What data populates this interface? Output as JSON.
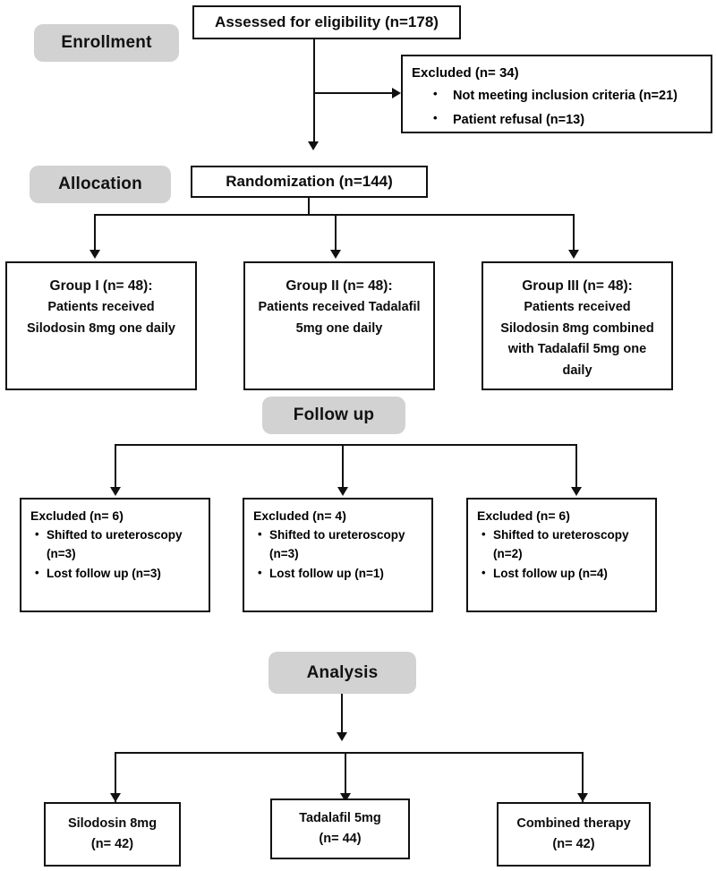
{
  "diagram": {
    "title": "CONSORT participant flow diagram",
    "stages": [
      {
        "id": "enrollment",
        "label": "Enrollment"
      },
      {
        "id": "allocation",
        "label": "Allocation"
      },
      {
        "id": "followup",
        "label": "Follow up"
      },
      {
        "id": "analysis",
        "label": "Analysis"
      }
    ],
    "enrollment": {
      "assessed": "Assessed for eligibility (n=178)",
      "excluded": {
        "heading": "Excluded (n= 34)",
        "items": [
          "Not meeting inclusion criteria (n=21)",
          "Patient refusal (n=13)"
        ]
      }
    },
    "allocation": {
      "randomization": "Randomization (n=144)",
      "groups": [
        {
          "heading": "Group I (n= 48):",
          "lines": [
            "Patients received",
            "Silodosin 8mg one daily"
          ]
        },
        {
          "heading": "Group II (n= 48):",
          "lines": [
            "Patients received Tadalafil",
            "5mg one daily"
          ]
        },
        {
          "heading": "Group III (n= 48):",
          "lines": [
            "Patients received",
            "Silodosin 8mg combined",
            "with Tadalafil 5mg one",
            "daily"
          ]
        }
      ]
    },
    "followup": {
      "excluded": [
        {
          "heading": "Excluded (n= 6)",
          "items": [
            "Shifted to ureteroscopy (n=3)",
            "Lost follow up (n=3)"
          ]
        },
        {
          "heading": "Excluded (n= 4)",
          "items": [
            "Shifted to ureteroscopy (n=3)",
            "Lost follow up (n=1)"
          ]
        },
        {
          "heading": "Excluded (n= 6)",
          "items": [
            "Shifted to ureteroscopy (n=2)",
            "Lost follow up (n=4)"
          ]
        }
      ]
    },
    "analysis": {
      "results": [
        {
          "drug": "Silodosin 8mg",
          "count": "(n= 42)"
        },
        {
          "drug": "Tadalafil 5mg",
          "count": "(n= 44)"
        },
        {
          "drug": "Combined therapy",
          "count": "(n= 42)"
        }
      ]
    },
    "colors": {
      "stage_pill_background": "#d2d2d2",
      "box_border": "#111111",
      "text": "#0c0c0c",
      "canvas_background": "#ffffff"
    }
  }
}
